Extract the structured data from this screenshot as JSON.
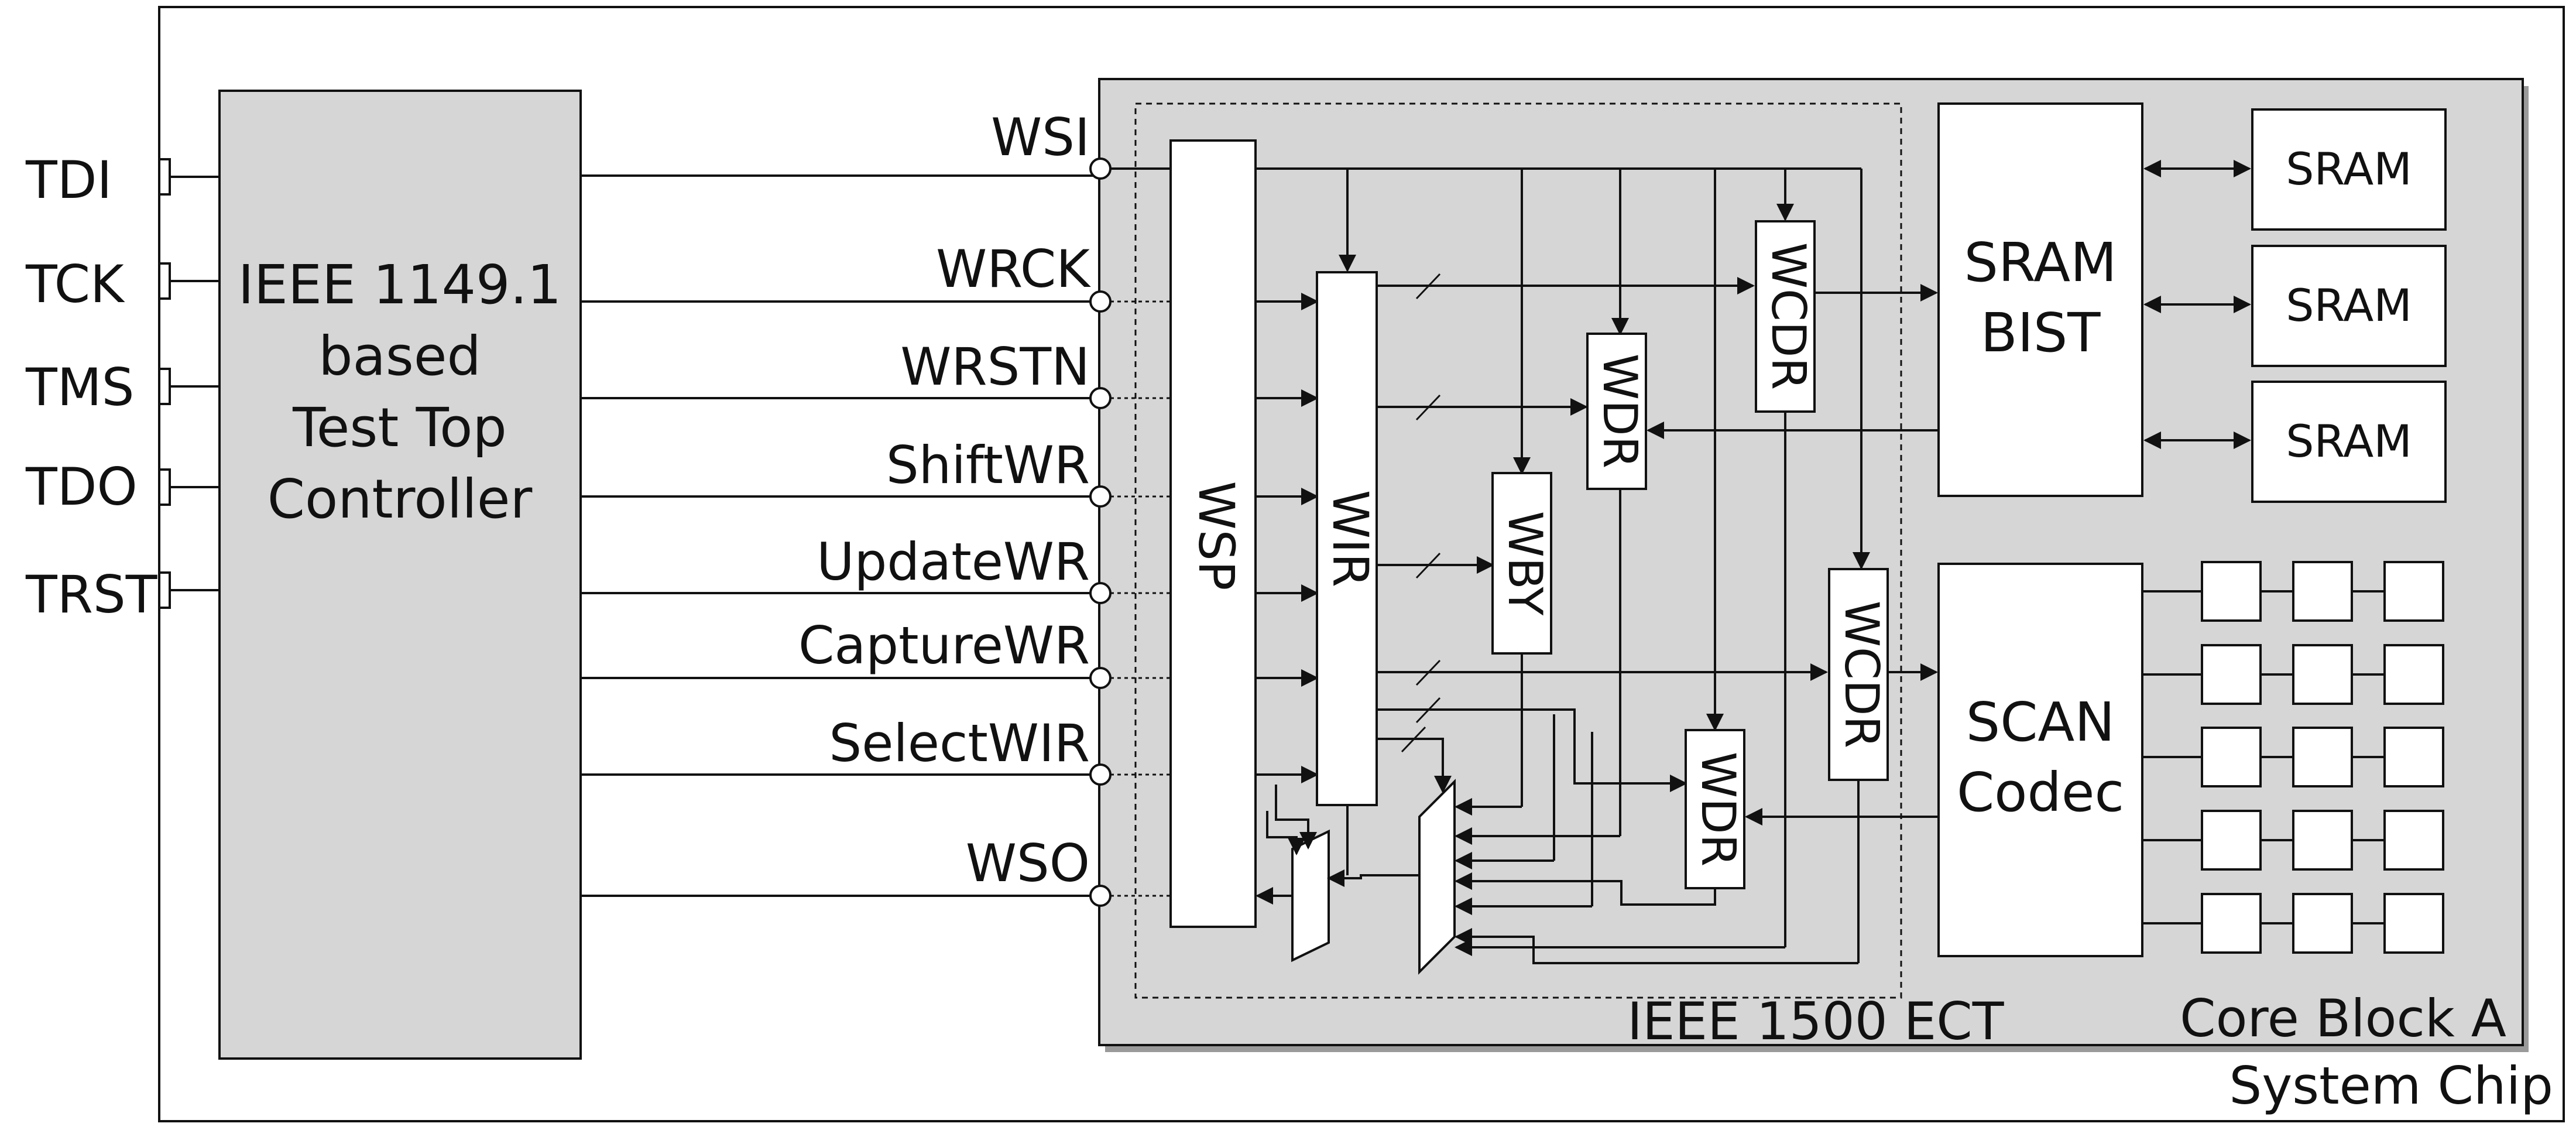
{
  "controller": {
    "line1": "IEEE 1149.1",
    "line2": "based",
    "line3": "Test Top",
    "line4": "Controller"
  },
  "jtag_pins": [
    "TDI",
    "TCK",
    "TMS",
    "TDO",
    "TRST"
  ],
  "wrapper_signals": [
    "WSI",
    "WRCK",
    "WRSTN",
    "ShiftWR",
    "UpdateWR",
    "CaptureWR",
    "SelectWIR",
    "WSO"
  ],
  "blocks": {
    "wsp": "WSP",
    "wir": "WIR",
    "wby": "WBY",
    "wdr_top": "WDR",
    "wdr_bottom": "WDR",
    "wcdr_top": "WCDR",
    "wcdr_bottom": "WCDR"
  },
  "sram_bist": {
    "line1": "SRAM",
    "line2": "BIST"
  },
  "srams": [
    "SRAM",
    "SRAM",
    "SRAM"
  ],
  "scan_codec": {
    "line1": "SCAN",
    "line2": "Codec"
  },
  "labels": {
    "ect": "IEEE 1500 ECT",
    "core": "Core Block A",
    "chip": "System Chip"
  },
  "colors": {
    "core_fill": "#d6d6d6",
    "line": "#111111",
    "background": "#ffffff"
  }
}
